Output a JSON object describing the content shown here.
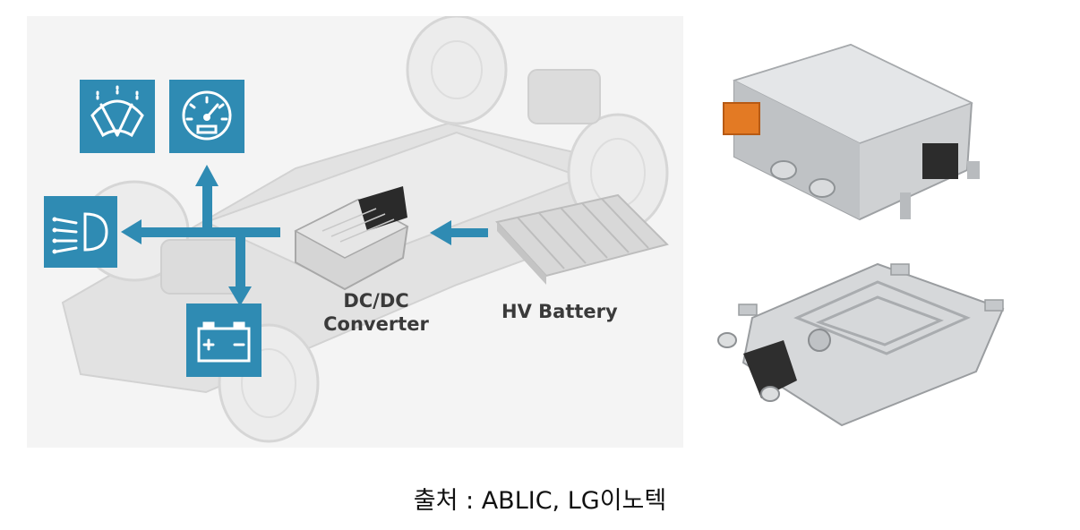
{
  "diagram": {
    "converter_label_line1": "DC/DC",
    "converter_label_line2": "Converter",
    "battery_label": "HV Battery",
    "icons": [
      "wiper-icon",
      "speedometer-icon",
      "headlight-icon",
      "battery-12v-icon"
    ],
    "accent_color": "#2f8bb3"
  },
  "caption": "출처 : ABLIC, LG이노텍"
}
